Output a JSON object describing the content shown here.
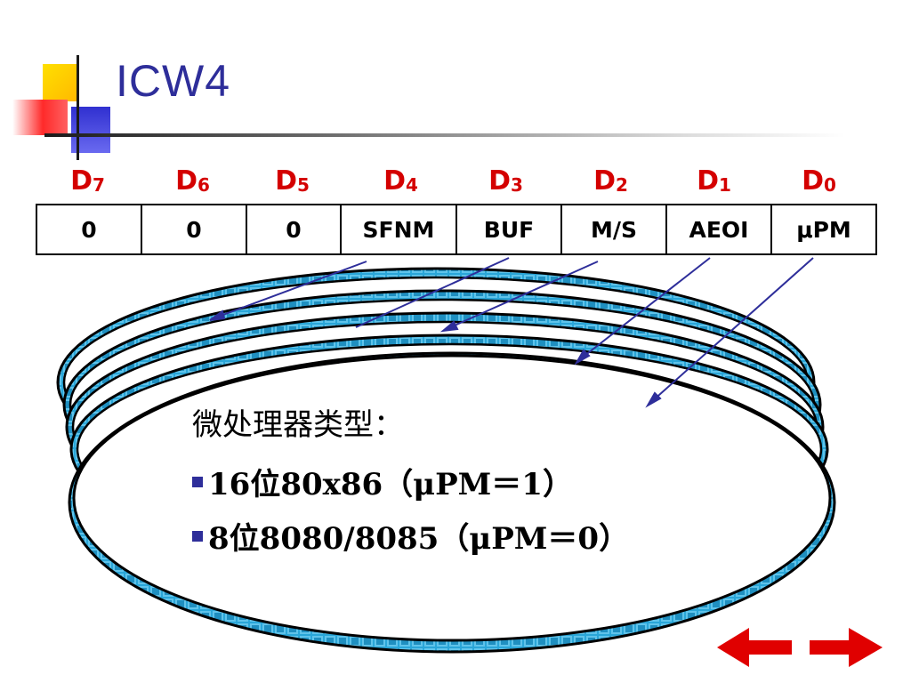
{
  "slide": {
    "title": "ICW4"
  },
  "bits": [
    {
      "letter": "D",
      "sub": "7"
    },
    {
      "letter": "D",
      "sub": "6"
    },
    {
      "letter": "D",
      "sub": "5"
    },
    {
      "letter": "D",
      "sub": "4"
    },
    {
      "letter": "D",
      "sub": "3"
    },
    {
      "letter": "D",
      "sub": "2"
    },
    {
      "letter": "D",
      "sub": "1"
    },
    {
      "letter": "D",
      "sub": "0"
    }
  ],
  "register": [
    "0",
    "0",
    "0",
    "SFNM",
    "BUF",
    "M/S",
    "AEOI",
    "μPM"
  ],
  "panel": {
    "title": "微处理器类型：",
    "items": [
      "16位80x86（μPM＝1）",
      "8位8080/8085（μPM＝0）"
    ]
  },
  "colors": {
    "title": "#2e2e9a",
    "bit_label": "#d40000",
    "arrow": "#2e2e9a",
    "disk_fill": "#2aa6d8",
    "nav_arrow": "#e00000"
  },
  "icons": {
    "prev": "left-arrow-icon",
    "next": "right-arrow-icon"
  }
}
